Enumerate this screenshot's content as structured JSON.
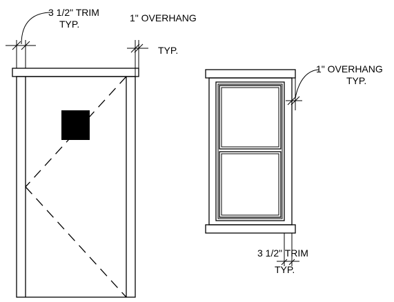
{
  "labels": {
    "door_trim": "3 1/2\" TRIM",
    "door_trim_typ": "TYP.",
    "door_overhang": "1\" OVERHANG",
    "door_overhang_typ": "TYP.",
    "window_overhang": "1\" OVERHANG",
    "window_overhang_typ": "TYP.",
    "window_trim": "3 1/2\" TRIM",
    "window_trim_typ": "TYP."
  }
}
